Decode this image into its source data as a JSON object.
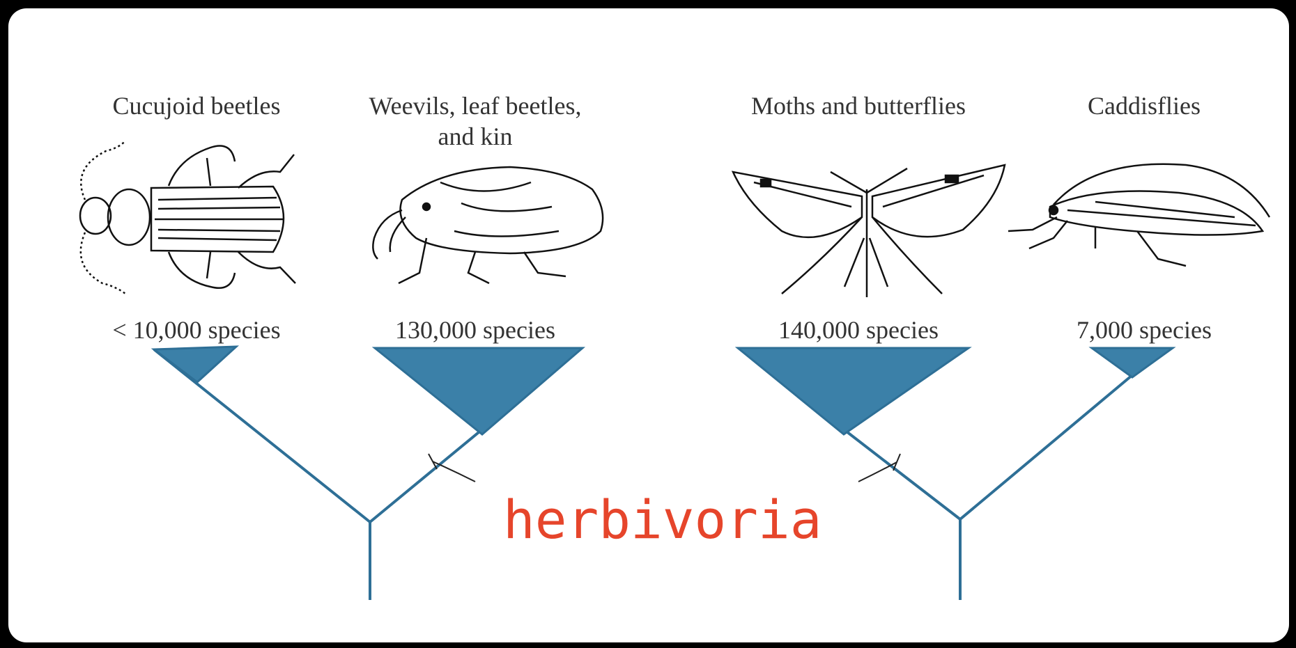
{
  "taxa": [
    {
      "name": "Cucujoid beetles",
      "species": "< 10,000 species",
      "icon": "beetle-icon"
    },
    {
      "name": "Weevils, leaf beetles,",
      "name_line2": "and kin",
      "species": "130,000 species",
      "icon": "weevil-icon"
    },
    {
      "name": "Moths and butterflies",
      "species": "140,000 species",
      "icon": "moth-icon"
    },
    {
      "name": "Caddisflies",
      "species": "7,000 species",
      "icon": "caddisfly-icon"
    }
  ],
  "annotation": "herbivoria",
  "colors": {
    "tree": "#2e6f96",
    "clade_fill": "#3b80a8",
    "annotation": "#e6452b",
    "background": "#ffffff",
    "frame": "#000000"
  }
}
